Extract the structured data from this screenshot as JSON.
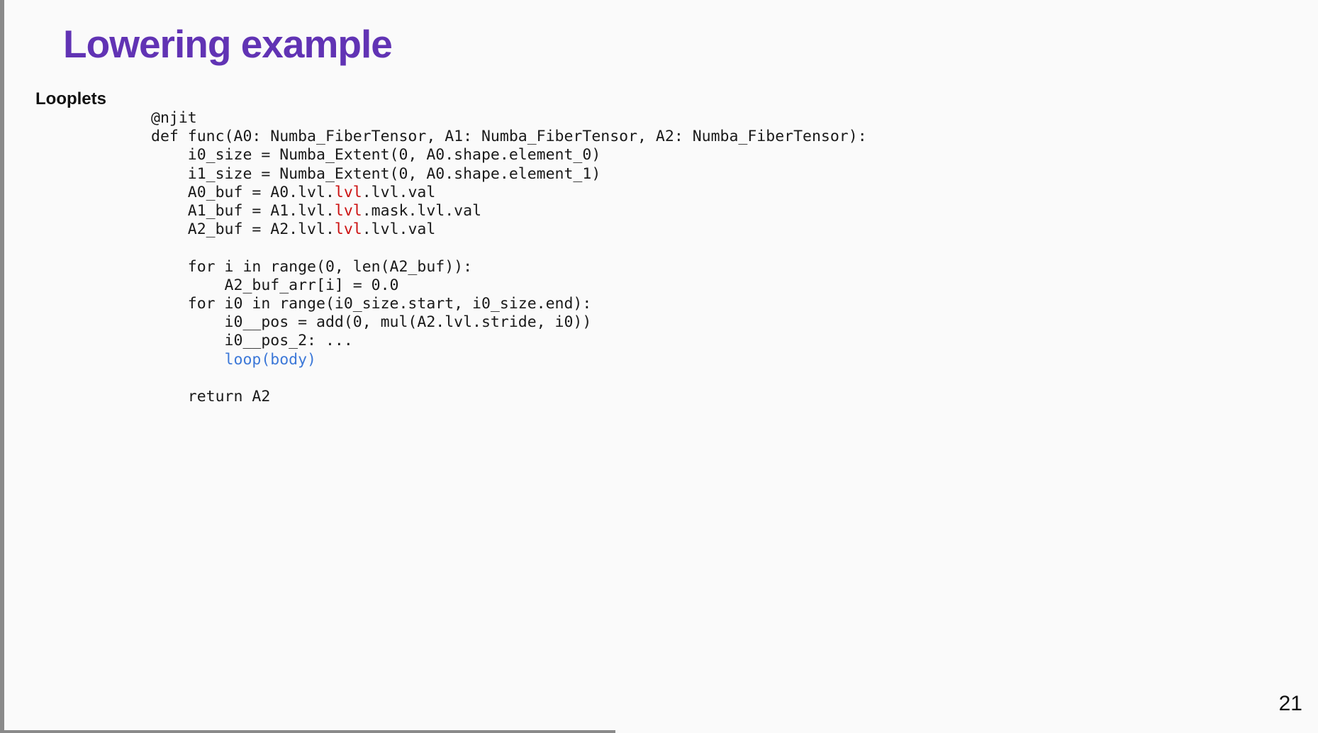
{
  "slide": {
    "title": "Lowering example",
    "section_label": "Looplets",
    "page_number": "21"
  },
  "colors": {
    "background": "#fafafa",
    "title_purple": "#6133b4",
    "code_default": "#1a1a1a",
    "highlight_red": "#cc1111",
    "highlight_blue": "#3c78d8",
    "edge_bar_gray": "#8a8a8a"
  },
  "code": {
    "language": "python",
    "lines": [
      [
        {
          "t": "@njit"
        }
      ],
      [
        {
          "t": "def func(A0: Numba_FiberTensor, A1: Numba_FiberTensor, A2: Numba_FiberTensor):"
        }
      ],
      [
        {
          "t": "    i0_size = Numba_Extent(0, A0.shape.element_0)"
        }
      ],
      [
        {
          "t": "    i1_size = Numba_Extent(0, A0.shape.element_1)"
        }
      ],
      [
        {
          "t": "    A0_buf = A0.lvl."
        },
        {
          "t": "lvl",
          "c": "red"
        },
        {
          "t": ".lvl.val"
        }
      ],
      [
        {
          "t": "    A1_buf = A1.lvl."
        },
        {
          "t": "lvl",
          "c": "red"
        },
        {
          "t": ".mask.lvl.val"
        }
      ],
      [
        {
          "t": "    A2_buf = A2.lvl."
        },
        {
          "t": "lvl",
          "c": "red"
        },
        {
          "t": ".lvl.val"
        }
      ],
      [
        {
          "t": ""
        }
      ],
      [
        {
          "t": "    for i in range(0, len(A2_buf)):"
        }
      ],
      [
        {
          "t": "        A2_buf_arr[i] = 0.0"
        }
      ],
      [
        {
          "t": "    for i0 in range(i0_size.start, i0_size.end):"
        }
      ],
      [
        {
          "t": "        i0__pos = add(0, mul(A2.lvl.stride, i0))"
        }
      ],
      [
        {
          "t": "        i0__pos_2: ..."
        }
      ],
      [
        {
          "t": "        "
        },
        {
          "t": "loop(body)",
          "c": "blue"
        }
      ],
      [
        {
          "t": ""
        }
      ],
      [
        {
          "t": "    return A2"
        }
      ]
    ]
  }
}
